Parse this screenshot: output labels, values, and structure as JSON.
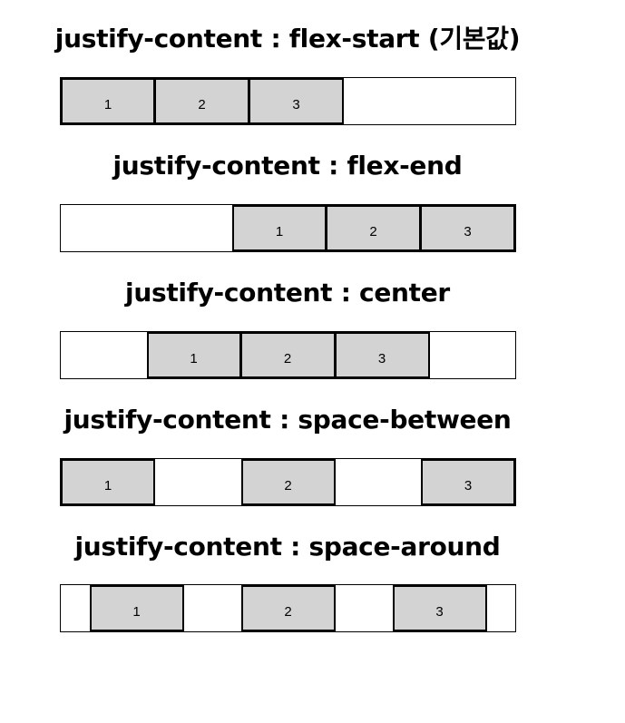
{
  "examples": [
    {
      "title": "justify-content : flex-start (기본값)",
      "items": [
        "1",
        "2",
        "3"
      ]
    },
    {
      "title": "justify-content : flex-end",
      "items": [
        "1",
        "2",
        "3"
      ]
    },
    {
      "title": "justify-content : center",
      "items": [
        "1",
        "2",
        "3"
      ]
    },
    {
      "title": "justify-content : space-between",
      "items": [
        "1",
        "2",
        "3"
      ]
    },
    {
      "title": "justify-content : space-around",
      "items": [
        "1",
        "2",
        "3"
      ]
    }
  ]
}
